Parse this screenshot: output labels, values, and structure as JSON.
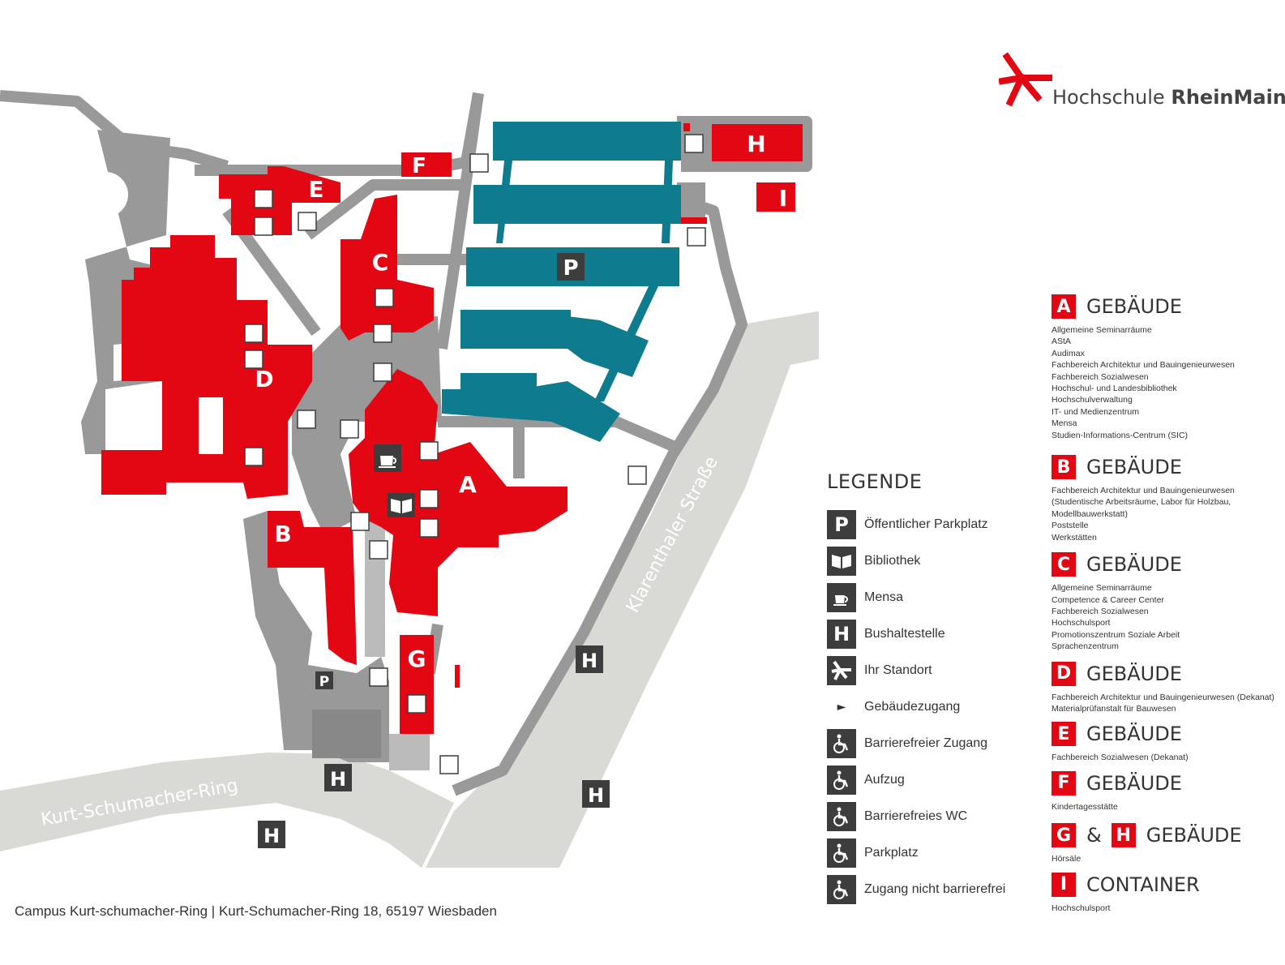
{
  "logo": {
    "name_light": "Hochschule",
    "name_bold": "RheinMain",
    "accent": "#e30613"
  },
  "map": {
    "streets": {
      "kurt": "Kurt-Schumacher-Ring",
      "klaren": "Klarenthaler Straße"
    },
    "buildings": {
      "A": "A",
      "B": "B",
      "C": "C",
      "D": "D",
      "E": "E",
      "F": "F",
      "G": "G",
      "H": "H",
      "I": "I"
    },
    "parking_letter": "P",
    "bus_letter": "H",
    "colors": {
      "building": "#e30613",
      "parking_deck": "#0e7b8f",
      "paths": "#999999",
      "streets": "#d9d9d6"
    }
  },
  "legend": {
    "title": "LEGENDE",
    "items": [
      {
        "icon": "parking-icon",
        "glyph": "P",
        "label": "Öffentlicher Parkplatz"
      },
      {
        "icon": "library-book-icon",
        "glyph": "",
        "label": "Bibliothek"
      },
      {
        "icon": "cafeteria-cup-icon",
        "glyph": "",
        "label": "Mensa"
      },
      {
        "icon": "bus-stop-icon",
        "glyph": "H",
        "label": "Bushaltestelle"
      },
      {
        "icon": "location-star-icon",
        "glyph": "",
        "label": "Ihr Standort"
      },
      {
        "icon": "entrance-arrow-icon",
        "glyph": "►",
        "label": "Gebäudezugang"
      },
      {
        "icon": "wheelchair-icon",
        "glyph": "",
        "label": "Barrierefreier Zugang"
      },
      {
        "icon": "elevator-icon",
        "glyph": "",
        "label": "Aufzug"
      },
      {
        "icon": "accessible-wc-icon",
        "glyph": "",
        "label": "Barrierefreies WC"
      },
      {
        "icon": "accessible-parking-icon",
        "glyph": "",
        "label": "Parkplatz"
      },
      {
        "icon": "no-barrier-free-icon",
        "glyph": "",
        "label": "Zugang nicht barrierefrei"
      }
    ]
  },
  "buildings_list": [
    {
      "letter": "A",
      "title": "GEBÄUDE",
      "lines": [
        "Allgemeine Seminarräume",
        "AStA",
        "Audimax",
        "Fachbereich Architektur und Bauingenieurwesen",
        "Fachbereich Sozialwesen",
        "Hochschul- und Landesbibliothek",
        "Hochschulverwaltung",
        "IT- und Medienzentrum",
        "Mensa",
        "Studien-Informations-Centrum (SIC)"
      ]
    },
    {
      "letter": "B",
      "title": "GEBÄUDE",
      "lines": [
        "Fachbereich Architektur und Bauingenieurwesen",
        "(Studentische Arbeitsräume, Labor für Holzbau,",
        "Modellbauwerkstatt)",
        "Poststelle",
        "Werkstätten"
      ]
    },
    {
      "letter": "C",
      "title": "GEBÄUDE",
      "lines": [
        "Allgemeine Seminarräume",
        "Competence & Career Center",
        "Fachbereich Sozialwesen",
        "Hochschulsport",
        "Promotionszentrum Soziale Arbeit",
        "Sprachenzentrum"
      ]
    },
    {
      "letter": "D",
      "title": "GEBÄUDE",
      "lines": [
        "Fachbereich Architektur und Bauingenieurwesen (Dekanat)",
        "Materialprüfanstalt für Bauwesen"
      ]
    },
    {
      "letter": "E",
      "title": "GEBÄUDE",
      "lines": [
        "Fachbereich Sozialwesen (Dekanat)"
      ]
    },
    {
      "letter": "F",
      "title": "GEBÄUDE",
      "lines": [
        "Kindertagesstätte"
      ]
    },
    {
      "letter": "G",
      "letter2": "H",
      "amp": "&",
      "title": "GEBÄUDE",
      "lines": [
        "Hörsäle"
      ]
    },
    {
      "letter": "I",
      "title": "CONTAINER",
      "lines": [
        "Hochschulsport"
      ]
    }
  ],
  "footer": "Campus Kurt-schumacher-Ring | Kurt-Schumacher-Ring 18, 65197 Wiesbaden"
}
